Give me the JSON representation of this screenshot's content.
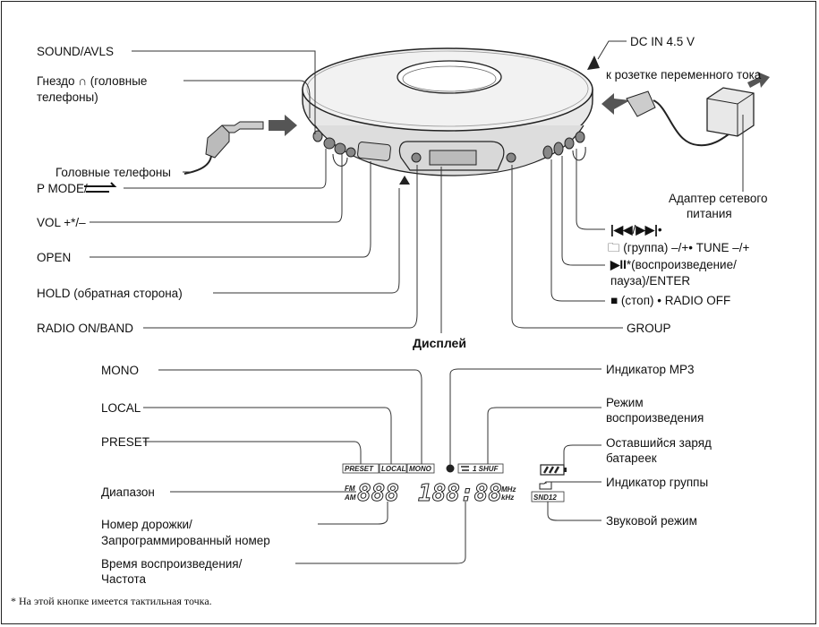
{
  "player_labels": {
    "sound_avls": "SOUND/AVLS",
    "headphone_jack_1": "Гнездо ",
    "headphone_jack_1b": " (головные",
    "headphone_jack_2": "телефоны)",
    "headphones": "Головные телефоны",
    "p_mode": "P MODE/",
    "vol": "VOL +*/–",
    "open": "OPEN",
    "hold": "HOLD (обратная сторона)",
    "radio_on_band": "RADIO ON/BAND",
    "dc_in": "DC IN 4.5 V",
    "ac_outlet": "к розетке переменного тока",
    "adapter_1": "Адаптер сетевого",
    "adapter_2": "питания",
    "prev_next": "/",
    "prev_next_dot": "•",
    "group_tune": " (группа) –/+• TUNE –/+",
    "play_pause_1": "*(воспроизведение/",
    "play_pause_2": "пауза)/ENTER",
    "stop_radio_off": " (стоп) • RADIO OFF",
    "group": "GROUP",
    "display": "Дисплей"
  },
  "display_labels": {
    "mono": "MONO",
    "local": "LOCAL",
    "preset": "PRESET",
    "band": "Диапазон",
    "track_number_1": "Номер дорожки/",
    "track_number_2": "Запрограммированный номер",
    "play_time_1": "Время воспроизведения/",
    "play_time_2": "Частота",
    "mp3_indicator": "Индикатор MP3",
    "play_mode_1": "Режим",
    "play_mode_2": "воспроизведения",
    "battery_1": "Оставшийся заряд",
    "battery_2": "батареек",
    "group_indicator": "Индикатор группы",
    "sound_mode": "Звуковой режим"
  },
  "lcd_text": {
    "preset": "PRESET",
    "local": "LOCAL",
    "mono": "MONO",
    "shuf": "1 SHUF",
    "fm": "FM",
    "am": "AM",
    "mhz": "MHz",
    "khz": "kHz",
    "snd": "SND12",
    "digits_track": "888",
    "digits_time": "188:88"
  },
  "footnote": "* На этой кнопке имеется тактильная точка."
}
